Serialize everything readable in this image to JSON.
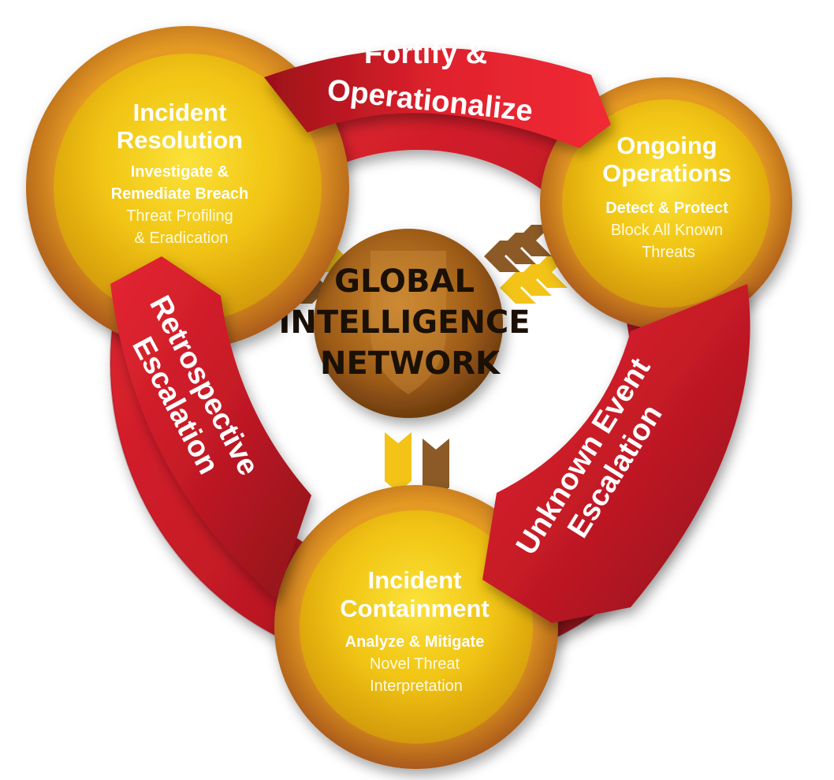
{
  "hub": {
    "lines": [
      "GLOBAL",
      "INTELLIGENCE",
      "NETWORK"
    ]
  },
  "nodes": {
    "incident_resolution": {
      "title": [
        "Incident",
        "Resolution"
      ],
      "subtitle": [
        "Investigate &",
        "Remediate Breach"
      ],
      "body": [
        "Threat Profiling",
        "& Eradication"
      ]
    },
    "ongoing_operations": {
      "title": [
        "Ongoing",
        "Operations"
      ],
      "subtitle": [
        "Detect & Protect"
      ],
      "body": [
        "Block All Known",
        "Threats"
      ]
    },
    "incident_containment": {
      "title": [
        "Incident",
        "Containment"
      ],
      "subtitle": [
        "Analyze & Mitigate"
      ],
      "body": [
        "Novel Threat",
        "Interpretation"
      ]
    }
  },
  "arcs": {
    "fortify": [
      "Fortify &",
      "Operationalize"
    ],
    "retrospective": [
      "Retrospective",
      "Escalation"
    ],
    "unknown_event": [
      "Unknown Event",
      "Escalation"
    ]
  },
  "colors": {
    "ring_red": "#d81f2a",
    "ring_dark_red": "#8e1118",
    "node_gold": "#f4c40f",
    "node_orange": "#d9861e",
    "hub_brown": "#a8651a",
    "text_white": "#ffffff"
  }
}
